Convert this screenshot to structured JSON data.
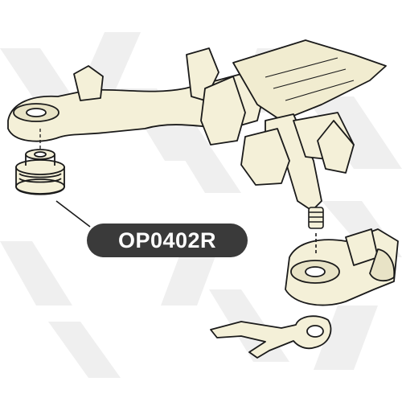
{
  "product": {
    "part_number": "OP0402R"
  },
  "colors": {
    "background": "#ffffff",
    "watermark": "#efefef",
    "part_fill": "#f4f0d8",
    "line": "#1a1a1a",
    "label_bg": "#3a3a3a",
    "label_text": "#ffffff"
  },
  "icons": {
    "watermark": "brand-watermark-pattern",
    "drawing": "rear-subframe-exploded-drawing",
    "mount": "subframe-bushing"
  }
}
